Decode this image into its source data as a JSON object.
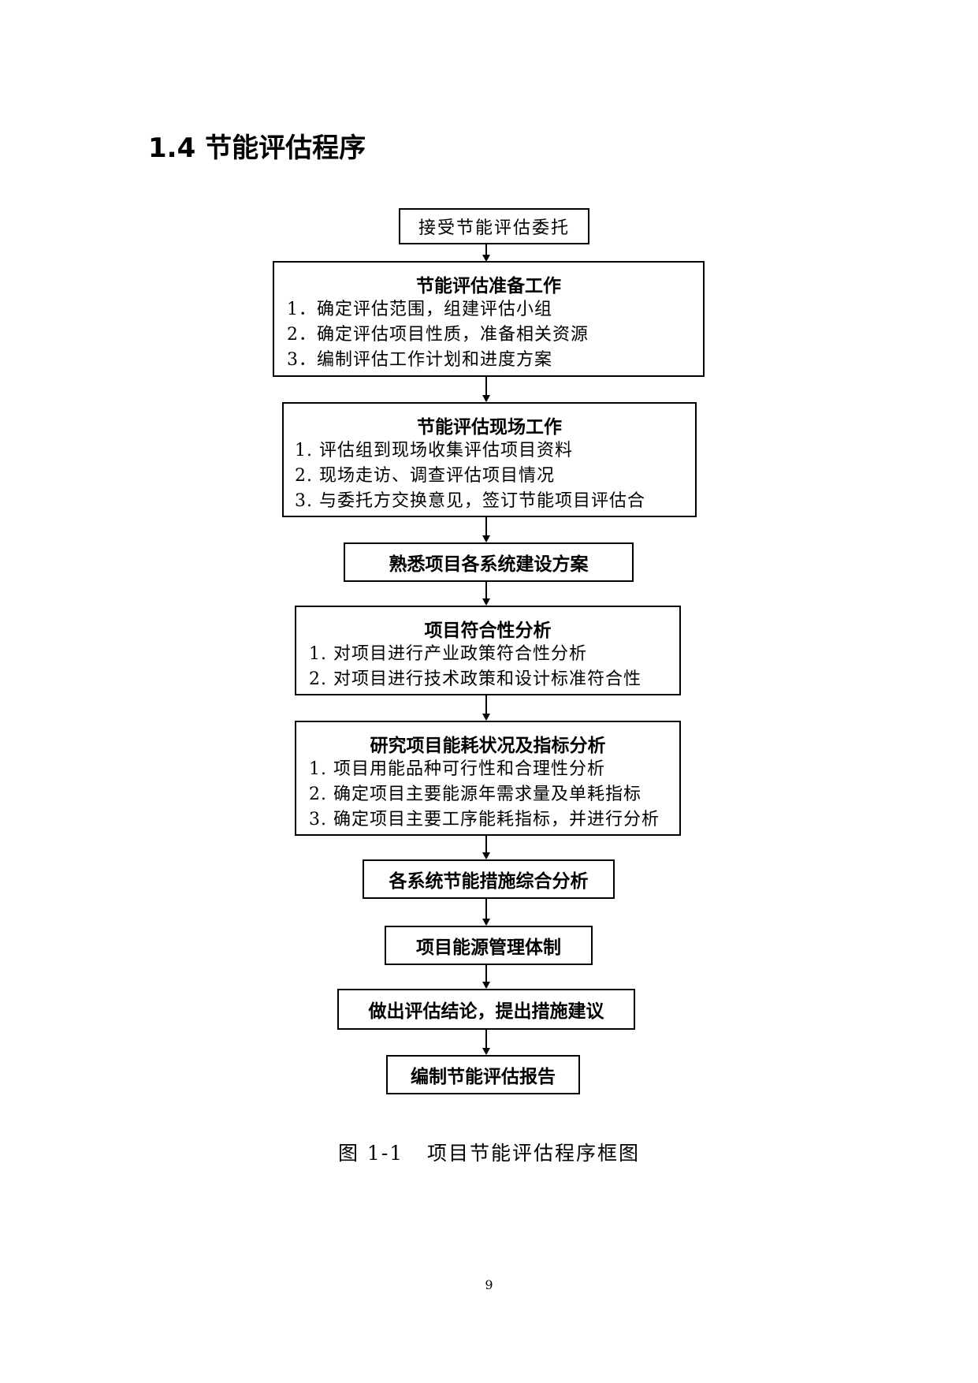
{
  "heading": "1.4 节能评估程序",
  "flow": {
    "step1": "接受节能评估委托",
    "step2": {
      "title": "节能评估准备工作",
      "items": [
        "1．确定评估范围，组建评估小组",
        "2．确定评估项目性质，准备相关资源",
        "3．编制评估工作计划和进度方案"
      ]
    },
    "step3": {
      "title": "节能评估现场工作",
      "items": [
        "1.  评估组到现场收集评估项目资料",
        "2.  现场走访、调查评估项目情况",
        "3.  与委托方交换意见，签订节能项目评估合"
      ]
    },
    "step4": "熟悉项目各系统建设方案",
    "step5": {
      "title": "项目符合性分析",
      "items": [
        "1.  对项目进行产业政策符合性分析",
        "2. 对项目进行技术政策和设计标准符合性"
      ]
    },
    "step6": {
      "title": "研究项目能耗状况及指标分析",
      "items": [
        "1.  项目用能品种可行性和合理性分析",
        "2.  确定项目主要能源年需求量及单耗指标",
        "3.  确定项目主要工序能耗指标，并进行分析"
      ]
    },
    "step7": "各系统节能措施综合分析",
    "step8": "项目能源管理体制",
    "step9": "做出评估结论，提出措施建议",
    "step10": "编制节能评估报告"
  },
  "caption": "图 1-1   项目节能评估程序框图",
  "page_number": "9"
}
